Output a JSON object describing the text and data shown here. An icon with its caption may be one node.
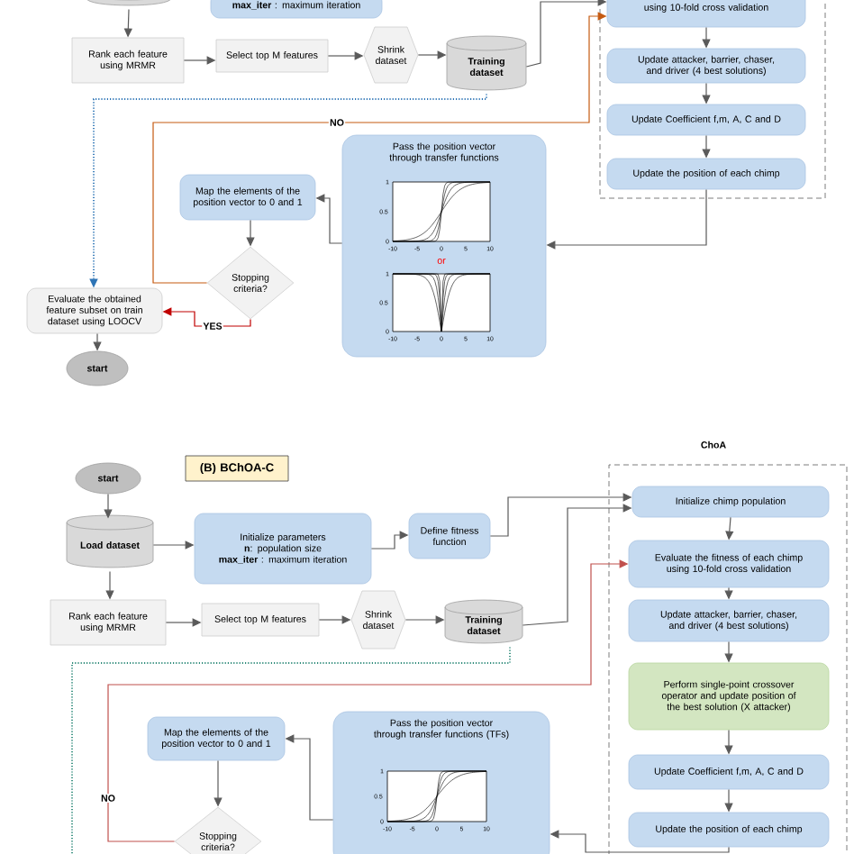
{
  "diagram": {
    "nodes": [
      {
        "text": [],
        "shape": "cylinder"
      },
      {
        "text": [
          "**max_iter** : maximum iteration"
        ]
      },
      {
        "text": [],
        "shape": "box"
      },
      {
        "text": [
          "using 10-fold cross validation"
        ],
        "in": 2
      },
      {
        "text": [
          "Update attacker, barrier, chaser, and driver (4 best solutions)"
        ],
        "in": 2
      },
      {
        "text": [
          "Update Coefficient f,m, A, C and D"
        ],
        "in": 2
      },
      {
        "text": [
          "Update the position of each chimp"
        ],
        "in": 2
      },
      {
        "text": [
          "Rank each feature using MRMR"
        ]
      },
      {
        "text": [
          "Select top M features"
        ]
      },
      {
        "text": [
          "Shrink dataset"
        ]
      },
      {
        "text": [
          "Training dataset"
        ]
      },
      {
        "text": [
          "Pass the position vector through transfer functions"
        ]
      },
      {
        "text": [
          "Map the elements of the position vector to 0 and 1"
        ]
      },
      {
        "text": [
          "Stopping criteria?"
        ]
      },
      {
        "text": [
          "Evaluate the obtained feature subset on train dataset using LOOCV"
        ]
      },
      {
        "text": [
          "start"
        ]
      },
      {
        "text": [
          "start"
        ]
      },
      {
        "text": [
          "(B) BChOA-C"
        ]
      },
      {
        "text": [
          "Load dataset"
        ]
      },
      {
        "text": [
          "Initialize parameters",
          "**n**: population size",
          "**max_iter** : maximum iteration"
        ]
      },
      {
        "text": [
          "Define fitness function"
        ]
      },
      {
        "text": [
          "ChoA"
        ]
      },
      {
        "text": [
          "Initialize chimp population"
        ],
        "in": 21
      },
      {
        "text": [
          "Evaluate the fitness of each chimp using 10-fold cross validation"
        ],
        "in": 21
      },
      {
        "text": [
          "Update attacker, barrier, chaser, and driver (4 best solutions)"
        ],
        "in": 21
      },
      {
        "text": [
          "Perform single-point crossover operator and update position of the best solution (X attacker)"
        ],
        "in": 21
      },
      {
        "text": [
          "Update Coefficient f,m, A, C and D"
        ],
        "in": 21
      },
      {
        "text": [
          "Update the position of each chimp"
        ],
        "in": 21
      },
      {
        "text": [
          "Rank each feature using MRMR"
        ]
      },
      {
        "text": [
          "Select top M features"
        ]
      },
      {
        "text": [
          "Shrink dataset"
        ]
      },
      {
        "text": [
          "Training dataset"
        ]
      },
      {
        "text": [
          "Pass the position vector through transfer functions (TFs)"
        ]
      },
      {
        "text": [
          "Map the elements of the position vector to 0 and 1"
        ]
      },
      {
        "text": [
          "Stopping criteria?"
        ]
      }
    ],
    "edges": [
      {
        "from": 0,
        "to": 7,
        "arrow": "to"
      },
      {
        "from": 7,
        "to": 8,
        "arrow": "to"
      },
      {
        "from": 8,
        "to": 9,
        "arrow": "to"
      },
      {
        "from": 9,
        "to": 10,
        "arrow": "to"
      },
      {
        "from": 10,
        "to": 3,
        "arrow": "to"
      },
      {
        "from": 10,
        "to": 14,
        "arrow": "to",
        "style": "dashed",
        "color": "#2e75b6"
      },
      {
        "from": 13,
        "to": 3,
        "arrow": "to",
        "label": "NO",
        "color": "#c55a11"
      },
      {
        "from": 6,
        "to": 11,
        "arrow": "to"
      },
      {
        "from": 11,
        "to": 12,
        "arrow": "to"
      },
      {
        "from": 12,
        "to": 13,
        "arrow": "to"
      },
      {
        "from": 13,
        "to": 14,
        "arrow": "to",
        "label": "YES",
        "color": "#c00000"
      },
      {
        "from": 14,
        "to": 15,
        "arrow": "to"
      },
      {
        "from": 3,
        "to": 4,
        "arrow": "to"
      },
      {
        "from": 4,
        "to": 5,
        "arrow": "to"
      },
      {
        "from": 5,
        "to": 6,
        "arrow": "to"
      },
      {
        "from": 16,
        "to": 18,
        "arrow": "to"
      },
      {
        "from": 18,
        "to": 19,
        "arrow": "to"
      },
      {
        "from": 19,
        "to": 20,
        "arrow": "to"
      },
      {
        "from": 20,
        "to": 22,
        "arrow": "to"
      },
      {
        "from": 18,
        "to": 28,
        "arrow": "to"
      },
      {
        "from": 28,
        "to": 29,
        "arrow": "to"
      },
      {
        "from": 29,
        "to": 30,
        "arrow": "to"
      },
      {
        "from": 30,
        "to": 31,
        "arrow": "to"
      },
      {
        "from": 31,
        "to": 22,
        "arrow": "to"
      },
      {
        "from": 31,
        "to": null,
        "arrow": "none",
        "style": "dashed",
        "color": "#2e8b7a"
      },
      {
        "from": 34,
        "to": 23,
        "arrow": "to",
        "label": "NO",
        "color": "#c0504d"
      },
      {
        "from": 27,
        "to": 32,
        "arrow": "to"
      },
      {
        "from": 32,
        "to": 33,
        "arrow": "to"
      },
      {
        "from": 33,
        "to": 34,
        "arrow": "to"
      },
      {
        "from": 22,
        "to": 23,
        "arrow": "to"
      },
      {
        "from": 23,
        "to": 24,
        "arrow": "to"
      },
      {
        "from": 24,
        "to": 25,
        "arrow": "to"
      },
      {
        "from": 25,
        "to": 26,
        "arrow": "to"
      },
      {
        "from": 26,
        "to": 27,
        "arrow": "to"
      }
    ],
    "labels": [
      "1",
      "0.5",
      "0",
      "-10",
      "-5",
      "0",
      "5",
      "10",
      "or",
      "1",
      "0.5",
      "0",
      "-10",
      "-5",
      "0",
      "5",
      "10",
      "1",
      "0.5",
      "0",
      "-10",
      "-5",
      "0",
      "5",
      "10"
    ]
  }
}
